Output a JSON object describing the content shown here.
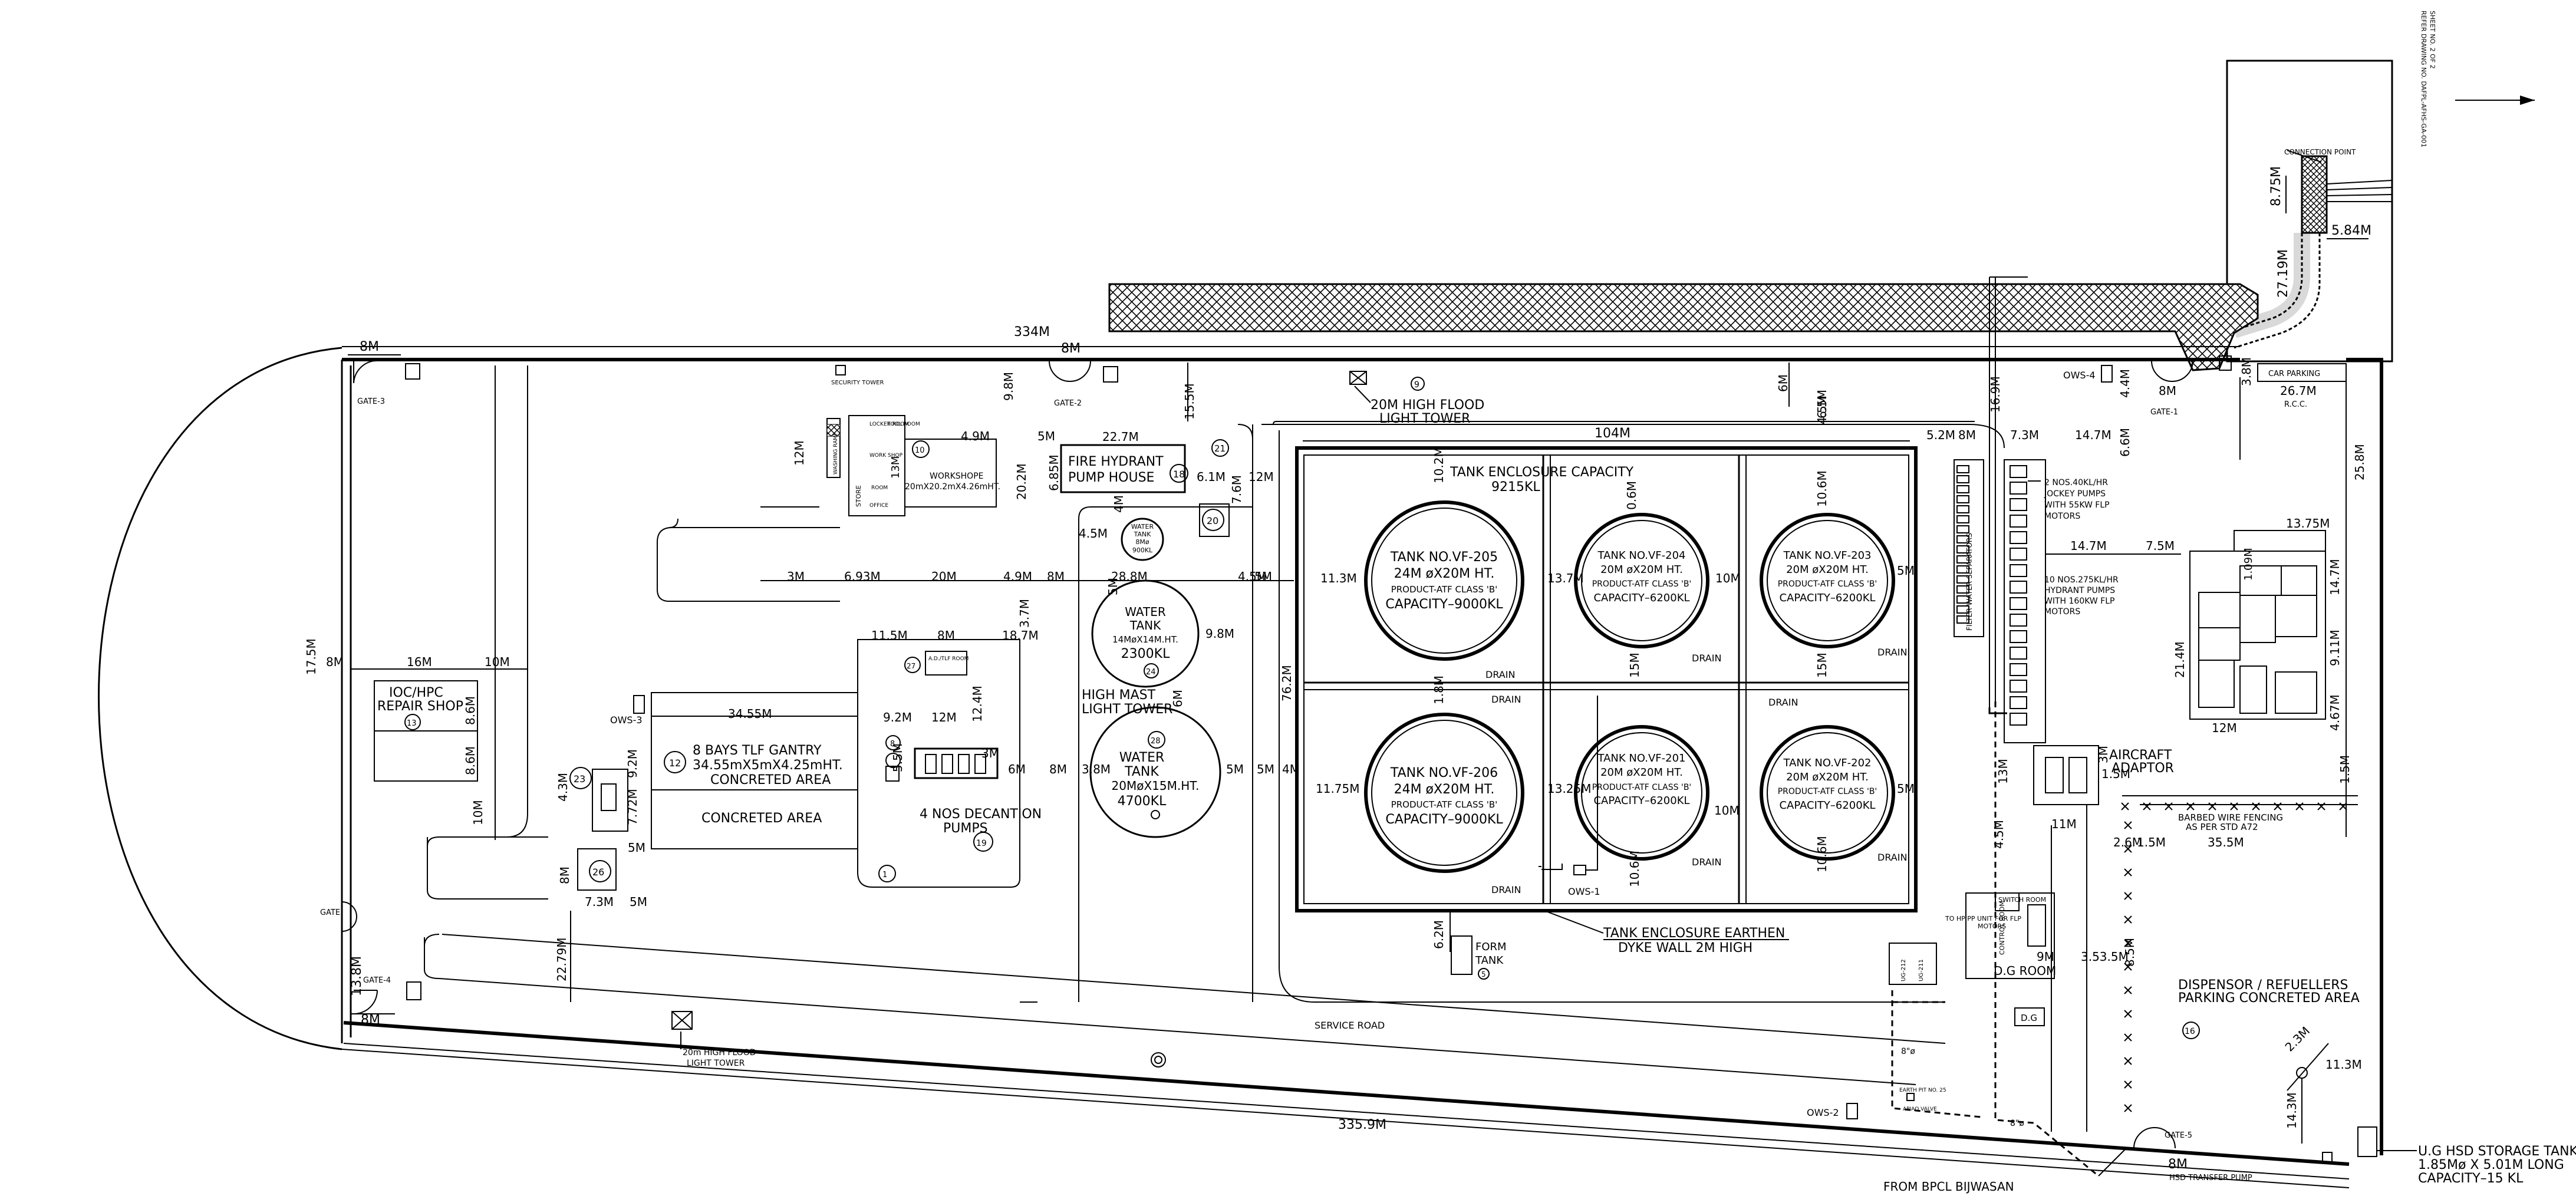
{
  "refer_note": [
    "REFER DRAWING NO. DAFPL-AFHS-GA-001",
    "SHEET NO. 2 OF 2"
  ],
  "connection_point": "CONNECTION POINT",
  "dims": {
    "d334": "334M",
    "d8a": "8M",
    "d8b": "8M",
    "d9_8": "9.8M",
    "d15_5": "15.5M",
    "d6": "6M",
    "d5_2": "5.2M",
    "d8c": "8M",
    "d16_9": "16.9M",
    "d7_3": "7.3M",
    "d14_7a": "14.7M",
    "d6_6": "6.6M",
    "d4_4": "4.4M",
    "d8d": "8M",
    "d3_8": "3.8M",
    "d26_7": "26.7M",
    "d25_8": "25.8M",
    "d8_75": "8.75M",
    "d5_84": "5.84M",
    "d27_19": "27.19M",
    "d13_75": "13.75M",
    "d1_09": "1.09M",
    "d14_7b": "14.7M",
    "d9_11": "9.11M",
    "d4_67": "4.67M",
    "d21_4": "21.4M",
    "d12a": "12M",
    "d14_7c": "14.7M",
    "d7_5": "7.5M",
    "d104": "104M",
    "d10_2": "10.2M",
    "d0_6": "0.6M",
    "d4_5": "4.5M",
    "d6_5": "6.5M",
    "d10_6a": "10.6M",
    "d11_3": "11.3M",
    "d13_7": "13.7M",
    "d10m": "10M",
    "d5a": "5M",
    "d76_2": "76.2M",
    "d1_8": "1.8M",
    "d15a": "15M",
    "d15b": "15M",
    "d11_75": "11.75M",
    "d13_25": "13.25M",
    "d10mb": "10M",
    "d5b": "5M",
    "d10_6b": "10.6M",
    "d10_6c": "10.6M",
    "d6_2": "6.2M",
    "d4_9a": "4.9M",
    "d5c": "5M",
    "d22_7": "22.7M",
    "d6_85": "6.85M",
    "d20_2": "20.2M",
    "d6_1": "6.1M",
    "d12b": "12M",
    "d7_6": "7.6M",
    "d12c": "12M",
    "d4_5b": "4.5M",
    "d4a": "4M",
    "d28_8": "28.8M",
    "d4_5c": "4.5M",
    "d5d": "5M",
    "d3m": "3M",
    "d6_93": "6.93M",
    "d20m": "20M",
    "d4_9b": "4.9M",
    "d8e": "8M",
    "d5e": "5M",
    "d3_7": "3.7M",
    "d11_5": "11.5M",
    "d8f": "8M",
    "d18_7": "18.7M",
    "d9_8b": "9.8M",
    "d6b": "6M",
    "d12_4": "12.4M",
    "d34_55": "34.55M",
    "d9_2": "9.2M",
    "d12d": "12M",
    "d5_5": "5.5M",
    "d3mb": "3M",
    "d6c": "6M",
    "d8g": "8M",
    "d3_8b": "3.8M",
    "d5f": "5M",
    "d5g": "5M",
    "d4b": "4M",
    "d16m": "16M",
    "d10mc": "10M",
    "d8_6a": "8.6M",
    "d8_6b": "8.6M",
    "d10md": "10M",
    "d4_3": "4.3M",
    "d9_2b": "9.2M",
    "d7_72": "7.72M",
    "d5h": "5M",
    "d8h": "8M",
    "d7_3b": "7.3M",
    "d5i": "5M",
    "d22_79": "22.79M",
    "d13_8": "13.8M",
    "d8i": "8M",
    "d335_9": "335.9M",
    "d17_5": "17.5M",
    "d8j": "8M",
    "d1_3m": "13M",
    "d4_5m": "4.5M",
    "d3m2": "3M",
    "d1_5": "1.5M",
    "d11m": "11M",
    "d2_6": "2.6M",
    "d1_5b": "1.5M",
    "d35_5": "35.5M",
    "d9m": "9M",
    "d3_53": "3.53.5M",
    "d8_5": "8.5M",
    "d2_3": "2.3M",
    "d11_3b": "11.3M",
    "d14_3": "14.3M",
    "d8k": "8M",
    "d5j": "5M",
    "d1_5c": "1.5M"
  },
  "gates": {
    "gate1": "GATE-1",
    "gate2": "GATE-2",
    "gate3": "GATE-3",
    "gate4": "GATE-4",
    "gate5": "GATE-5",
    "gate_w": "GATE"
  },
  "labels": {
    "security_tower": "SECURITY TOWER",
    "flood_top_1": "20M HIGH FLOOD",
    "flood_top_2": "LIGHT TOWER",
    "flood_top_num": "9",
    "flood_bot_1": "20m HIGH FLOOD",
    "flood_bot_2": "LIGHT TOWER",
    "tank_enclosure_1": "TANK ENCLOSURE CAPACITY",
    "tank_enclosure_2": "9215KL",
    "car_parking": "CAR PARKING",
    "rcc": "R.C.C.",
    "ows1": "OWS-1",
    "ows2": "OWS-2",
    "ows3": "OWS-3",
    "ows4": "OWS-4",
    "jockey_1": "2 NOS.40KL/HR",
    "jockey_2": "JOCKEY PUMPS",
    "jockey_3": "WITH 55KW FLP",
    "jockey_4": "MOTORS",
    "hydrant_1": "10 NOS.275KL/HR",
    "hydrant_2": "HYDRANT PUMPS",
    "hydrant_3": "WITH 160KW FLP",
    "hydrant_4": "MOTORS",
    "filter_water": "FILTER WATER SEPARATORS",
    "aircraft_1": "AIRCRAFT",
    "aircraft_2": "ADAPTOR",
    "barbed_1": "BARBED WIRE FENCING",
    "barbed_2": "AS PER STD A72",
    "dispenser_1": "DISPENSOR / REFUELLERS",
    "dispenser_2": "PARKING CONCRETED AREA",
    "dispenser_num": "16",
    "switch_room": "SWITCH ROOM",
    "control_room": "CONTROL ROOM",
    "dg_room": "D.G ROOM",
    "dg": "D.G",
    "hp_pp_1": "TO HP PP UNIT FOR FLP",
    "hp_pp_2": "MOTORS",
    "service_road": "SERVICE ROAD",
    "dyke_1": "TANK ENCLOSURE EARTHEN",
    "dyke_2": "DYKE WALL 2M HIGH",
    "foam_1": "FORM",
    "foam_2": "TANK",
    "foam_num": "5",
    "fire_hydrant_1": "FIRE HYDRANT",
    "fire_hydrant_2": "PUMP HOUSE",
    "fire_hydrant_num": "18",
    "n21": "21",
    "n20": "20",
    "small_water_1": "WATER",
    "small_water_2": "TANK",
    "small_water_3": "8Mø",
    "small_water_4": "900KL",
    "wt1_1": "WATER",
    "wt1_2": "TANK",
    "wt1_3": "14MøX14M.HT.",
    "wt1_4": "2300KL",
    "wt1_num": "24",
    "mast_1": "HIGH MAST",
    "mast_2": "LIGHT TOWER",
    "wt2_1": "WATER",
    "wt2_2": "TANK",
    "wt2_3": "20MøX15M.HT.",
    "wt2_4": "4700KL",
    "wt2_num": "28",
    "workshop_1": "WORKSHOPE",
    "workshop_2": "20mX20.2mX4.26mHT.",
    "workshop_num": "10",
    "store": "STORE",
    "work_shop": "WORK SHOP",
    "locker": "LOCKER ROOM",
    "tool": "TOOL ROOM",
    "room": "ROOM",
    "office": "OFFICE",
    "washing_ramp": "WASHING RAMP",
    "adc": "A.D./TLF ROOM",
    "adc_num": "27",
    "tlf_num": "12",
    "tlf_1": "8 BAYS TLF GANTRY",
    "tlf_2": "34.55mX5mX4.25mHT.",
    "tlf_3": "CONCRETED AREA",
    "concreted": "CONCRETED AREA",
    "decant_1": "4 NOS DECANTION",
    "decant_2": "PUMPS",
    "decant_num": "19",
    "n8": "8",
    "n1": "1",
    "ioc_1": "IOC/HPC",
    "ioc_2": "REPAIR SHOP",
    "ioc_num": "13",
    "n23": "23",
    "n26": "26",
    "drain": "DRAIN",
    "from_bpcl": "FROM BPCL BIJWASAN",
    "ug_1": "U.G HSD STORAGE TANK",
    "ug_2": "1.85Mø X 5.01M LONG",
    "ug_3": "CAPACITY–15 KL",
    "hsd_pump": "HSD TRANSFER PUMP",
    "pipe_8": "8\"ø",
    "earth_pit": "EARTH PIT NO. 25",
    "apiao": "APIAO VALVE",
    "ug212": "UG-212",
    "ug211": "UG-211"
  },
  "tanks": {
    "t205": {
      "l1": "TANK NO.VF-205",
      "l2": "24M øX20M HT.",
      "l3": "PRODUCT-ATF CLASS 'B'",
      "l4": "CAPACITY–9000KL"
    },
    "t204": {
      "l1": "TANK NO.VF-204",
      "l2": "20M øX20M HT.",
      "l3": "PRODUCT-ATF CLASS 'B'",
      "l4": "CAPACITY–6200KL"
    },
    "t203": {
      "l1": "TANK NO.VF-203",
      "l2": "20M øX20M HT.",
      "l3": "PRODUCT-ATF CLASS 'B'",
      "l4": "CAPACITY–6200KL"
    },
    "t206": {
      "l1": "TANK NO.VF-206",
      "l2": "24M øX20M HT.",
      "l3": "PRODUCT-ATF CLASS 'B'",
      "l4": "CAPACITY–9000KL"
    },
    "t201": {
      "l1": "TANK NO.VF-201",
      "l2": "20M øX20M HT.",
      "l3": "PRODUCT-ATF CLASS 'B'",
      "l4": "CAPACITY–6200KL"
    },
    "t202": {
      "l1": "TANK NO.VF-202",
      "l2": "20M øX20M HT.",
      "l3": "PRODUCT-ATF CLASS 'B'",
      "l4": "CAPACITY–6200KL"
    }
  }
}
